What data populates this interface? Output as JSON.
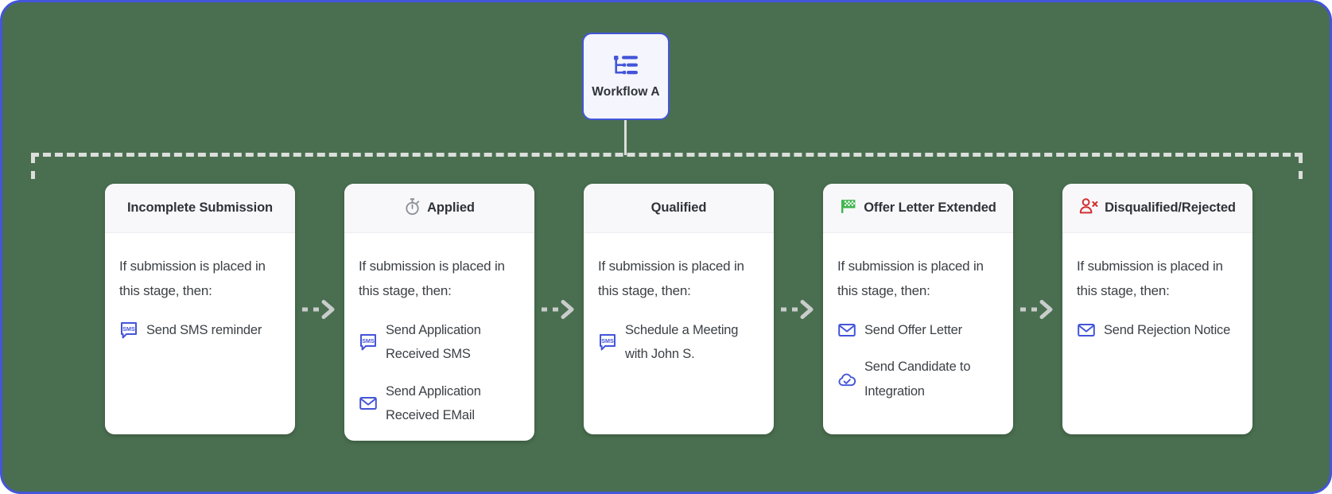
{
  "canvas": {
    "background_color": "#4a6f50",
    "border_color": "#4355d9"
  },
  "workflow_node": {
    "label": "Workflow A",
    "icon": "workflow-tree-icon",
    "accent_color": "#4355d9",
    "fill_color": "#f4f5fd"
  },
  "connectors": {
    "bracket_style": "dashed",
    "bracket_color": "#dcdedc",
    "arrow_icon": "dashed-arrow-right-icon",
    "arrow_color": "#c9cdcb",
    "count": 4
  },
  "stages": [
    {
      "title": "Incomplete Submission",
      "header_icon": "none",
      "header_icon_color": "",
      "condition": "If submission is placed in this stage, then:",
      "actions": [
        {
          "label": "Send SMS reminder",
          "icon": "sms-bubble-icon",
          "icon_color": "#4355d9"
        }
      ]
    },
    {
      "title": "Applied",
      "header_icon": "stopwatch-icon",
      "header_icon_color": "#8a8f96",
      "condition": "If submission is placed in this stage, then:",
      "actions": [
        {
          "label": "Send Application Received SMS",
          "icon": "sms-bubble-icon",
          "icon_color": "#4355d9"
        },
        {
          "label": "Send Application Received EMail",
          "icon": "envelope-icon",
          "icon_color": "#4355d9"
        }
      ]
    },
    {
      "title": "Qualified",
      "header_icon": "none",
      "header_icon_color": "",
      "condition": "If submission is placed in this stage, then:",
      "actions": [
        {
          "label": "Schedule a Meeting with John S.",
          "icon": "sms-bubble-icon",
          "icon_color": "#4355d9"
        }
      ]
    },
    {
      "title": "Offer Letter Extended",
      "header_icon": "checkered-flag-icon",
      "header_icon_color": "#3bb54a",
      "condition": "If submission is placed in this stage, then:",
      "actions": [
        {
          "label": "Send Offer Letter",
          "icon": "envelope-icon",
          "icon_color": "#4355d9"
        },
        {
          "label": "Send Candidate to Integration",
          "icon": "cloud-check-icon",
          "icon_color": "#4355d9"
        }
      ]
    },
    {
      "title": "Disqualified/Rejected",
      "header_icon": "person-remove-icon",
      "header_icon_color": "#d32f2f",
      "condition": "If submission is placed in this stage, then:",
      "actions": [
        {
          "label": "Send Rejection Notice",
          "icon": "envelope-icon",
          "icon_color": "#4355d9"
        }
      ]
    }
  ]
}
